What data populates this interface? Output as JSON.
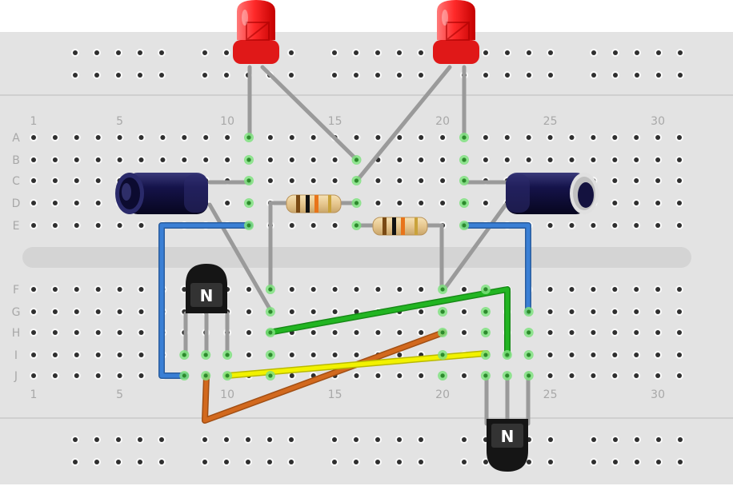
{
  "breadboard": {
    "column_numbers": [
      "1",
      "5",
      "10",
      "15",
      "20",
      "25",
      "30"
    ],
    "row_letters": [
      "A",
      "B",
      "C",
      "D",
      "E",
      "F",
      "G",
      "H",
      "I",
      "J"
    ]
  },
  "components": {
    "transistor_left": {
      "marking": "N"
    },
    "transistor_right": {
      "marking": "N"
    }
  },
  "colors": {
    "board": "#e3e3e3",
    "hole": "#2f2f2f",
    "active_hole": "#7ee07e",
    "led": "#ff2a2a",
    "capacitor": "#14123f",
    "transistor": "#151515",
    "wire_blue": "#3a7fd5",
    "wire_green": "#22b522",
    "wire_orange": "#d2691e",
    "wire_yellow": "#f2f200",
    "lead": "#9a9a9a"
  }
}
